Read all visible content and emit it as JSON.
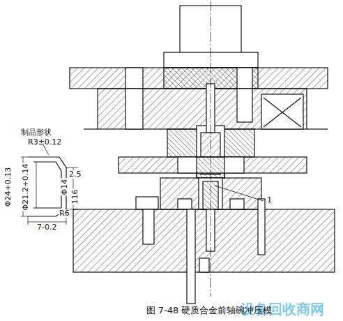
{
  "diagram": {
    "caption": "图 7-48  硬质合金前轴碗冲压模",
    "labels": [
      "制品形状",
      "R3±0.12",
      "Φ24+0.13",
      "Φ21.2+0.14",
      "2.5",
      "Φ14",
      "116",
      "R6",
      "7-0.2",
      "1",
      "设备回收商网"
    ]
  }
}
